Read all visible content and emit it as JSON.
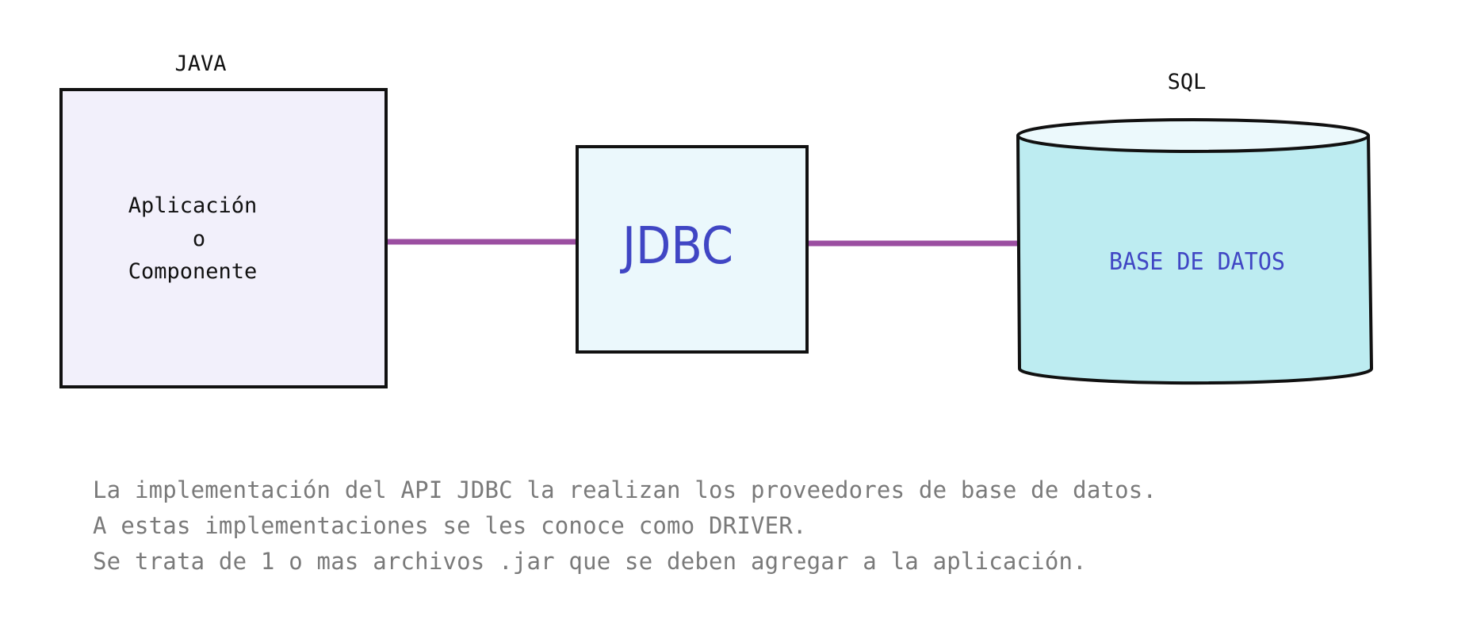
{
  "diagram": {
    "java": {
      "caption": "JAVA",
      "label_lines": [
        "Aplicación",
        "o",
        "Componente"
      ],
      "fill": "#f2f0fb"
    },
    "jdbc": {
      "label": "JDBC",
      "fill": "#ebf8fc",
      "text_color": "#4046c4"
    },
    "database": {
      "caption": "SQL",
      "label": "BASE DE DATOS",
      "fill": "#bdecf1",
      "top_fill": "#ecf9fc",
      "text_color": "#4046c4"
    },
    "connector_color": "#9b4ea1",
    "outline_color": "#111111"
  },
  "notes": [
    "La implementación del API JDBC la realizan los proveedores de base de datos.",
    "A estas implementaciones se les conoce como DRIVER.",
    "Se trata de 1 o mas archivos .jar que se deben agregar a la aplicación."
  ]
}
